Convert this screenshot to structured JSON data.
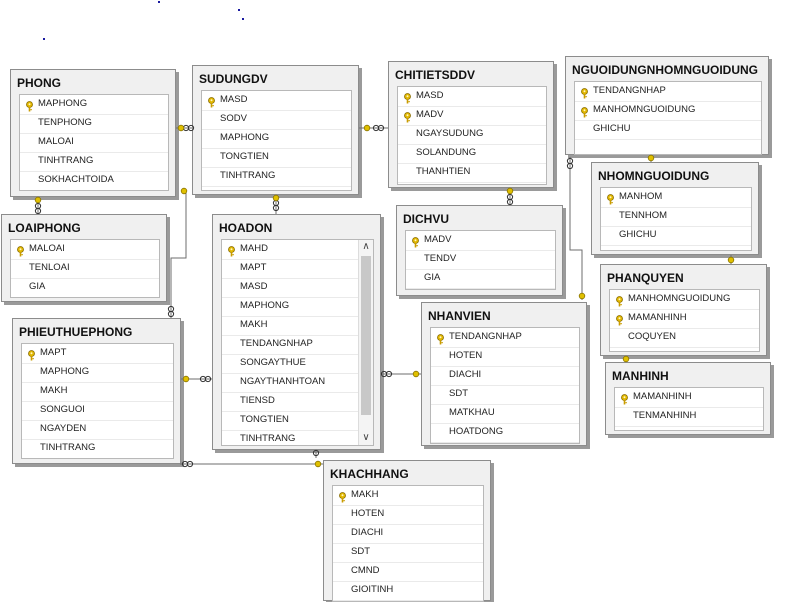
{
  "tables": {
    "phong": {
      "name": "PHONG",
      "columns": [
        {
          "name": "MAPHONG",
          "key": true
        },
        {
          "name": "TENPHONG",
          "key": false
        },
        {
          "name": "MALOAI",
          "key": false
        },
        {
          "name": "TINHTRANG",
          "key": false
        },
        {
          "name": "SOKHACHTOIDA",
          "key": false
        }
      ]
    },
    "sudungdv": {
      "name": "SUDUNGDV",
      "columns": [
        {
          "name": "MASD",
          "key": true
        },
        {
          "name": "SODV",
          "key": false
        },
        {
          "name": "MAPHONG",
          "key": false
        },
        {
          "name": "TONGTIEN",
          "key": false
        },
        {
          "name": "TINHTRANG",
          "key": false
        }
      ]
    },
    "chitietsddv": {
      "name": "CHITIETSDDV",
      "columns": [
        {
          "name": "MASD",
          "key": true
        },
        {
          "name": "MADV",
          "key": true
        },
        {
          "name": "NGAYSUDUNG",
          "key": false
        },
        {
          "name": "SOLANDUNG",
          "key": false
        },
        {
          "name": "THANHTIEN",
          "key": false
        }
      ]
    },
    "nguoidungnhomnguoidung": {
      "name": "NGUOIDUNGNHOMNGUOIDUNG",
      "columns": [
        {
          "name": "TENDANGNHAP",
          "key": true
        },
        {
          "name": "MANHOMNGUOIDUNG",
          "key": true
        },
        {
          "name": "GHICHU",
          "key": false
        }
      ]
    },
    "loaiphong": {
      "name": "LOAIPHONG",
      "columns": [
        {
          "name": "MALOAI",
          "key": true
        },
        {
          "name": "TENLOAI",
          "key": false
        },
        {
          "name": "GIA",
          "key": false
        }
      ]
    },
    "hoadon": {
      "name": "HOADON",
      "columns": [
        {
          "name": "MAHD",
          "key": true
        },
        {
          "name": "MAPT",
          "key": false
        },
        {
          "name": "MASD",
          "key": false
        },
        {
          "name": "MAPHONG",
          "key": false
        },
        {
          "name": "MAKH",
          "key": false
        },
        {
          "name": "TENDANGNHAP",
          "key": false
        },
        {
          "name": "SONGAYTHUE",
          "key": false
        },
        {
          "name": "NGAYTHANHTOAN",
          "key": false
        },
        {
          "name": "TIENSD",
          "key": false
        },
        {
          "name": "TONGTIEN",
          "key": false
        },
        {
          "name": "TINHTRANG",
          "key": false
        }
      ]
    },
    "dichvu": {
      "name": "DICHVU",
      "columns": [
        {
          "name": "MADV",
          "key": true
        },
        {
          "name": "TENDV",
          "key": false
        },
        {
          "name": "GIA",
          "key": false
        }
      ]
    },
    "nhomnguoidung": {
      "name": "NHOMNGUOIDUNG",
      "columns": [
        {
          "name": "MANHOM",
          "key": true
        },
        {
          "name": "TENNHOM",
          "key": false
        },
        {
          "name": "GHICHU",
          "key": false
        }
      ]
    },
    "phanquyen": {
      "name": "PHANQUYEN",
      "columns": [
        {
          "name": "MANHOMNGUOIDUNG",
          "key": true
        },
        {
          "name": "MAMANHINH",
          "key": true
        },
        {
          "name": "COQUYEN",
          "key": false
        }
      ]
    },
    "phieuthuephong": {
      "name": "PHIEUTHUEPHONG",
      "columns": [
        {
          "name": "MAPT",
          "key": true
        },
        {
          "name": "MAPHONG",
          "key": false
        },
        {
          "name": "MAKH",
          "key": false
        },
        {
          "name": "SONGUOI",
          "key": false
        },
        {
          "name": "NGAYDEN",
          "key": false
        },
        {
          "name": "TINHTRANG",
          "key": false
        }
      ]
    },
    "nhanvien": {
      "name": "NHANVIEN",
      "columns": [
        {
          "name": "TENDANGNHAP",
          "key": true
        },
        {
          "name": "HOTEN",
          "key": false
        },
        {
          "name": "DIACHI",
          "key": false
        },
        {
          "name": "SDT",
          "key": false
        },
        {
          "name": "MATKHAU",
          "key": false
        },
        {
          "name": "HOATDONG",
          "key": false
        }
      ]
    },
    "manhinh": {
      "name": "MANHINH",
      "columns": [
        {
          "name": "MAMANHINH",
          "key": true
        },
        {
          "name": "TENMANHINH",
          "key": false
        }
      ]
    },
    "khachhang": {
      "name": "KHACHHANG",
      "columns": [
        {
          "name": "MAKH",
          "key": true
        },
        {
          "name": "HOTEN",
          "key": false
        },
        {
          "name": "DIACHI",
          "key": false
        },
        {
          "name": "SDT",
          "key": false
        },
        {
          "name": "CMND",
          "key": false
        },
        {
          "name": "GIOITINH",
          "key": false
        }
      ]
    }
  },
  "icons": {
    "primary_key": "key-icon",
    "relationship_end": "infinity-link-icon"
  },
  "colors": {
    "key": "#d9b300",
    "link": "#707070",
    "background": "#ffffff",
    "table_frame": "#f0f0f0"
  }
}
